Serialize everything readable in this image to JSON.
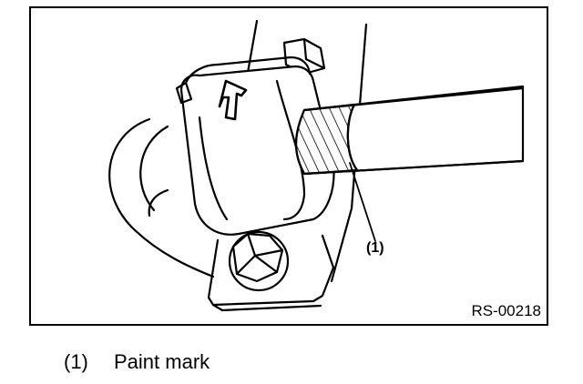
{
  "figure": {
    "code": "RS-00218",
    "callouts": [
      {
        "number": "(1)"
      }
    ]
  },
  "legend": [
    {
      "number": "(1)",
      "text": "Paint mark"
    }
  ],
  "colors": {
    "line": "#000000",
    "background": "#ffffff"
  }
}
